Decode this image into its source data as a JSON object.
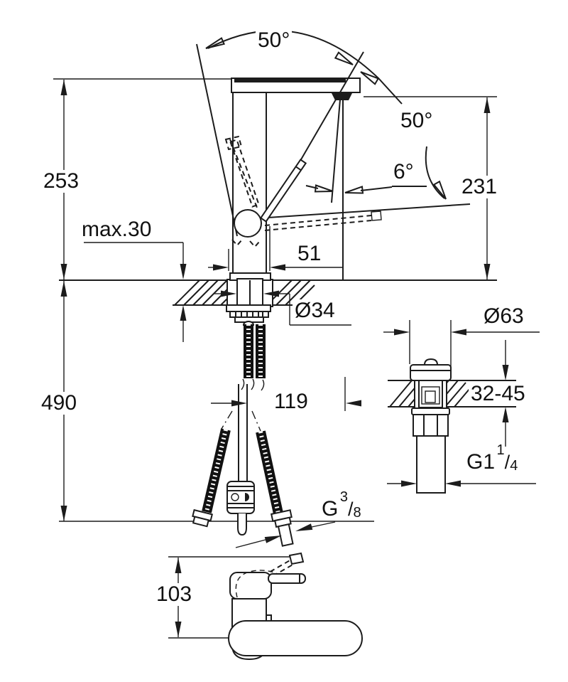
{
  "drawing": {
    "angles": {
      "spout_swivel": "50°",
      "handle_swing": "50°",
      "stream": "6°"
    },
    "front_view": {
      "height_to_spout_top": "253",
      "spout_outlet_height": "231",
      "max_deck_thickness": "max.30",
      "body_depth": "51",
      "shank_diameter": "Ø34",
      "hose_length_below_deck": "490",
      "spout_reach": "119",
      "supply_thread": {
        "prefix": "G",
        "numerator": "3",
        "slash": "/",
        "denominator": "8"
      }
    },
    "waste_view": {
      "flange_diameter": "Ø63",
      "mounting_thickness_range": "32-45",
      "thread": {
        "prefix": "G1",
        "numerator": "1",
        "slash": "/",
        "denominator": "4"
      }
    },
    "side_view": {
      "body_height": "103"
    }
  }
}
